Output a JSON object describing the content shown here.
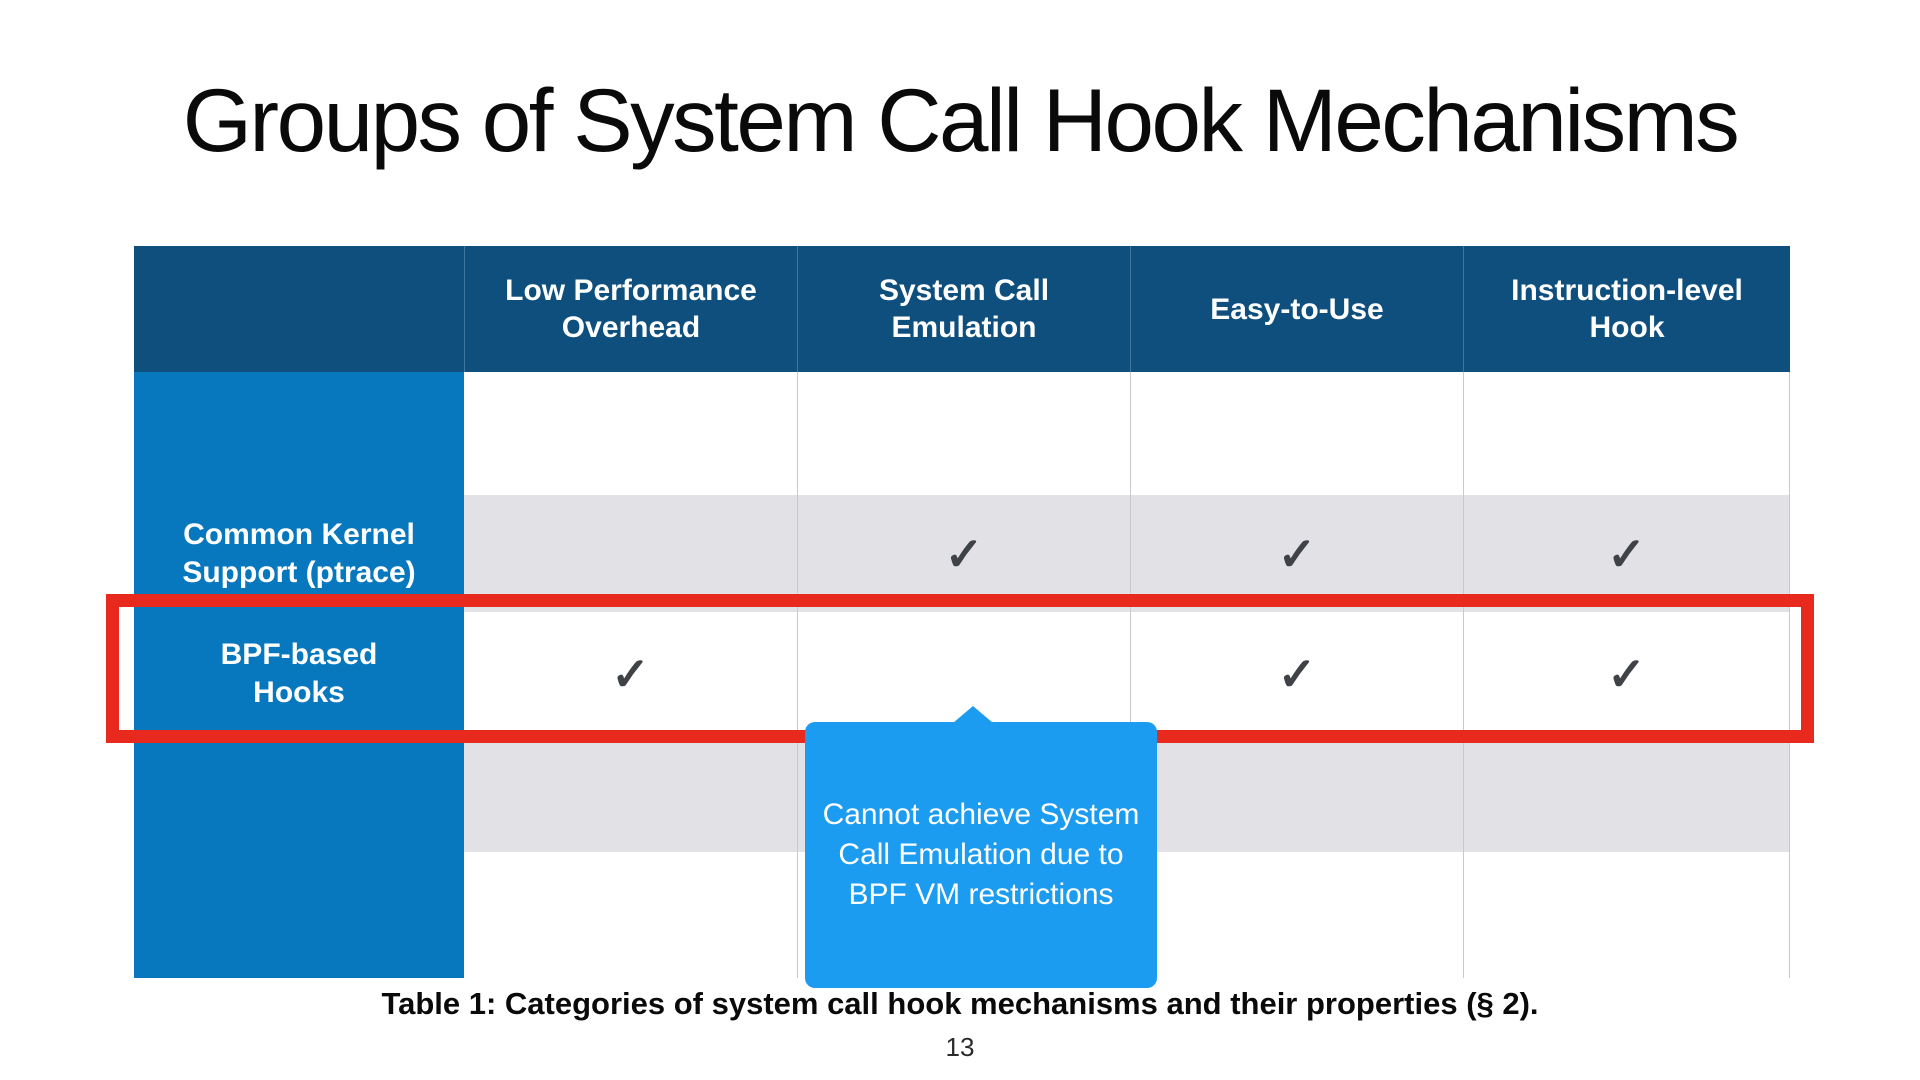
{
  "slide": {
    "title": "Groups of System Call Hook Mechanisms",
    "caption": "Table 1: Categories of system call hook mechanisms and their properties (§ 2).",
    "page_number": "13"
  },
  "table": {
    "header": [
      "",
      "Low Performance Overhead",
      "System Call Emulation",
      "Easy-to-Use",
      "Instruction-level Hook"
    ],
    "rows": [
      {
        "label": "",
        "cells": [
          "",
          "",
          "",
          ""
        ]
      },
      {
        "label": "Common Kernel Support (ptrace)",
        "cells": [
          "",
          "✓",
          "✓",
          "✓"
        ]
      },
      {
        "label": "BPF-based Hooks",
        "highlighted": true,
        "cells": [
          "✓",
          "",
          "✓",
          "✓"
        ]
      },
      {
        "label": "",
        "cells": [
          "",
          "",
          "",
          ""
        ]
      },
      {
        "label": "",
        "cells": [
          "",
          "",
          "",
          ""
        ]
      }
    ]
  },
  "callout": {
    "lines": [
      "Cannot achieve System",
      "Call Emulation due to",
      "BPF VM restrictions"
    ]
  },
  "colors": {
    "header_bg": "#0E4F7E",
    "label_column_bg": "#0878BE",
    "row_stripe": "#E2E2E6",
    "grid_line": "#C9C9CD",
    "checkmark": "#3F4247",
    "highlight_border": "#E8291D",
    "callout_bg": "#1C9CF0"
  }
}
